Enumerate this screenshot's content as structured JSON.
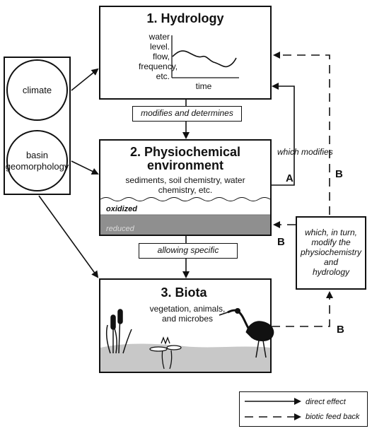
{
  "hydrology": {
    "title": "1. Hydrology",
    "ylabel_lines": [
      "water",
      "level.",
      "flow,",
      "frequency,",
      "etc."
    ],
    "xlabel": "time"
  },
  "physio": {
    "title_line1": "2. Physiochemical",
    "title_line2": "environment",
    "desc_line1": "sediments, soil chemistry, water",
    "desc_line2": "chemistry, etc.",
    "oxidized": "oxidized",
    "reduced": "reduced"
  },
  "biota": {
    "title": "3. Biota",
    "desc_line1": "vegetation, animals,",
    "desc_line2": "and microbes"
  },
  "drivers": {
    "climate": "climate",
    "basin_line1": "basin",
    "basin_line2": "geomorphology"
  },
  "connectors": {
    "modifies": "modifies and determines",
    "allowing": "allowing specific",
    "which_modifies": "which modifies",
    "feedback_line1": "which, in turn,",
    "feedback_line2": "modify the",
    "feedback_line3": "physiochemistry",
    "feedback_line4": "and",
    "feedback_line5": "hydrology"
  },
  "letters": {
    "a": "A",
    "b1": "B",
    "b2": "B",
    "b3": "B"
  },
  "legend": {
    "direct": "direct effect",
    "feedback": "biotic feed back"
  }
}
